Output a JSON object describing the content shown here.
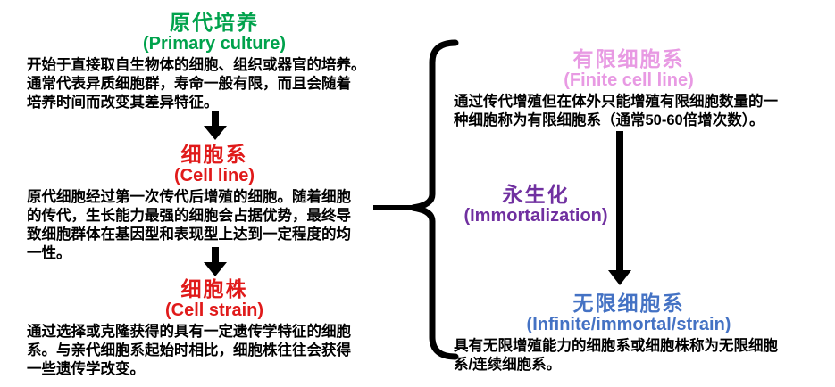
{
  "diagram": {
    "left": {
      "primary_culture": {
        "title_cn": "原代培养",
        "title_en": "(Primary culture)",
        "body_lines": [
          "开始于直接取自生物体的细胞、组织或器官的培养。",
          "通常代表异质细胞群，寿命一般有限，而且会随着",
          "培养时间而改变其差异特征。"
        ]
      },
      "cell_line": {
        "title_cn": "细胞系",
        "title_en": "(Cell line)",
        "body_lines": [
          "原代细胞经过第一次传代后增殖的细胞。随着细胞",
          "的传代，生长能力最强的细胞会占据优势，最终导",
          "致细胞群体在基因型和表现型上达到一定程度的均",
          "一性。"
        ]
      },
      "cell_strain": {
        "title_cn": "细胞株",
        "title_en": "(Cell strain)",
        "body_lines": [
          "通过选择或克隆获得的具有一定遗传学特征的细胞",
          "系。与亲代细胞系起始时相比，细胞株往往会获得",
          "一些遗传学改变。"
        ]
      }
    },
    "right": {
      "finite_cell_line": {
        "title_cn": "有限细胞系",
        "title_en": "(Finite cell line)",
        "body_lines": [
          "通过传代增殖但在体外只能增殖有限细胞数量的一",
          "种细胞称为有限细胞系（通常50-60倍增次数）。"
        ]
      },
      "immortalization": {
        "title_cn": "永生化",
        "title_en": "(Immortalization)"
      },
      "infinite_cell_line": {
        "title_cn": "无限细胞系",
        "title_en": "(Infinite/immortal/strain)",
        "body_lines": [
          "具有无限增殖能力的细胞系或细胞株称为无限细胞",
          "系/连续细胞系。"
        ]
      }
    },
    "colors": {
      "primary_green": "#00A24C",
      "cell_red": "#E01A1A",
      "finite_pink": "#E89AE3",
      "immortalization_purple": "#7030A0",
      "infinite_blue": "#4472C4",
      "body_black": "#000000",
      "connector_black": "#000000"
    }
  }
}
